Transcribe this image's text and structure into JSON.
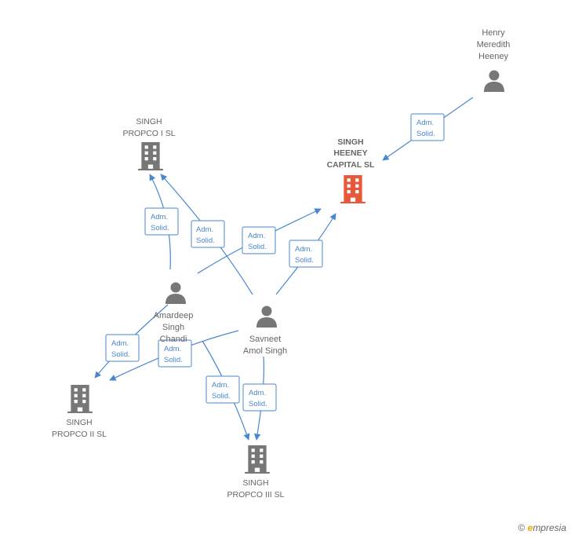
{
  "nodes": {
    "henry": {
      "lines": [
        "Henry",
        "Meredith",
        "Heeney"
      ],
      "kind": "person"
    },
    "heeney_capital": {
      "lines": [
        "SINGH",
        "HEENEY",
        "CAPITAL  SL"
      ],
      "kind": "company-main"
    },
    "propco1": {
      "lines": [
        "SINGH",
        "PROPCO I  SL"
      ],
      "kind": "company"
    },
    "amardeep": {
      "lines": [
        "Amardeep",
        "Singh",
        "Chandi"
      ],
      "kind": "person"
    },
    "savneet": {
      "lines": [
        "Savneet",
        "Amol Singh"
      ],
      "kind": "person"
    },
    "propco2": {
      "lines": [
        "SINGH",
        "PROPCO II  SL"
      ],
      "kind": "company"
    },
    "propco3": {
      "lines": [
        "SINGH",
        "PROPCO III  SL"
      ],
      "kind": "company"
    }
  },
  "badge": {
    "line1": "Adm.",
    "line2": "Solid."
  },
  "colors": {
    "edge": "#4a87cf",
    "person": "#777777",
    "company": "#777777",
    "main_company": "#e8583a"
  },
  "footer": {
    "copyright": "©",
    "brand_initial": "e",
    "brand_rest": "mpresia"
  }
}
